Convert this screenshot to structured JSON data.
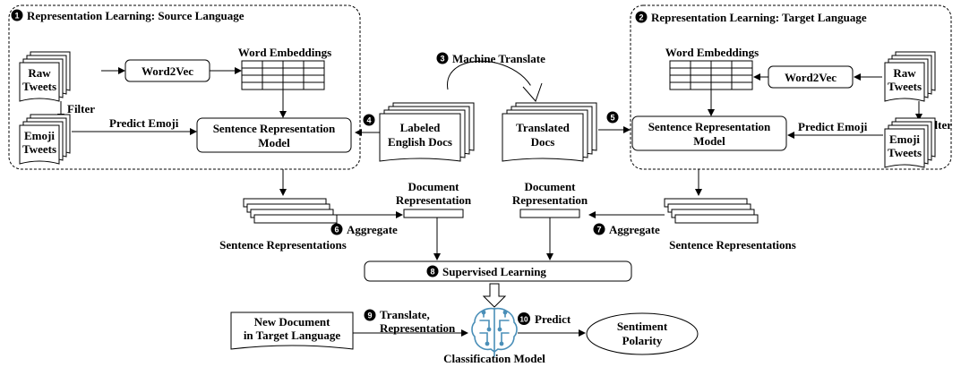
{
  "panels": {
    "source_title": "Representation Learning: Source Language",
    "target_title": "Representation Learning: Target Language"
  },
  "steps": {
    "s1": "1",
    "s2": "2",
    "s3": "3",
    "s4": "4",
    "s5": "5",
    "s6": "6",
    "s7": "7",
    "s8": "8",
    "s9": "9",
    "s10": "10"
  },
  "source": {
    "raw_tweets": [
      "Raw",
      "Tweets"
    ],
    "word2vec": "Word2Vec",
    "word_embeddings": "Word Embeddings",
    "filter": "Filter",
    "emoji_tweets": [
      "Emoji",
      "Tweets"
    ],
    "predict_emoji": "Predict Emoji",
    "sentence_model": [
      "Sentence Representation",
      "Model"
    ]
  },
  "target": {
    "raw_tweets": [
      "Raw",
      "Tweets"
    ],
    "word2vec": "Word2Vec",
    "word_embeddings": "Word Embeddings",
    "filter": "Filter",
    "emoji_tweets": [
      "Emoji",
      "Tweets"
    ],
    "predict_emoji": "Predict Emoji",
    "sentence_model": [
      "Sentence Representation",
      "Model"
    ]
  },
  "middle": {
    "machine_translate": "Machine Translate",
    "labeled_docs": [
      "Labeled",
      "English Docs"
    ],
    "translated_docs": [
      "Translated",
      "Docs"
    ]
  },
  "aggregate": {
    "left_label": "Aggregate",
    "right_label": "Aggregate",
    "left_sentence_reps": "Sentence Representations",
    "right_sentence_reps": "Sentence Representations",
    "left_doc_rep": [
      "Document",
      "Representation"
    ],
    "right_doc_rep": [
      "Document",
      "Representation"
    ]
  },
  "bottom": {
    "supervised_learning": "Supervised Learning",
    "new_document": [
      "New Document",
      "in Target Language"
    ],
    "translate_representation": [
      "Translate,",
      "Representation"
    ],
    "classification_model": "Classification Model",
    "predict": "Predict",
    "sentiment_polarity": [
      "Sentiment",
      "Polarity"
    ]
  },
  "colors": {
    "stroke": "#000000",
    "background": "#ffffff",
    "brain_icon": "#4a8fb8"
  }
}
